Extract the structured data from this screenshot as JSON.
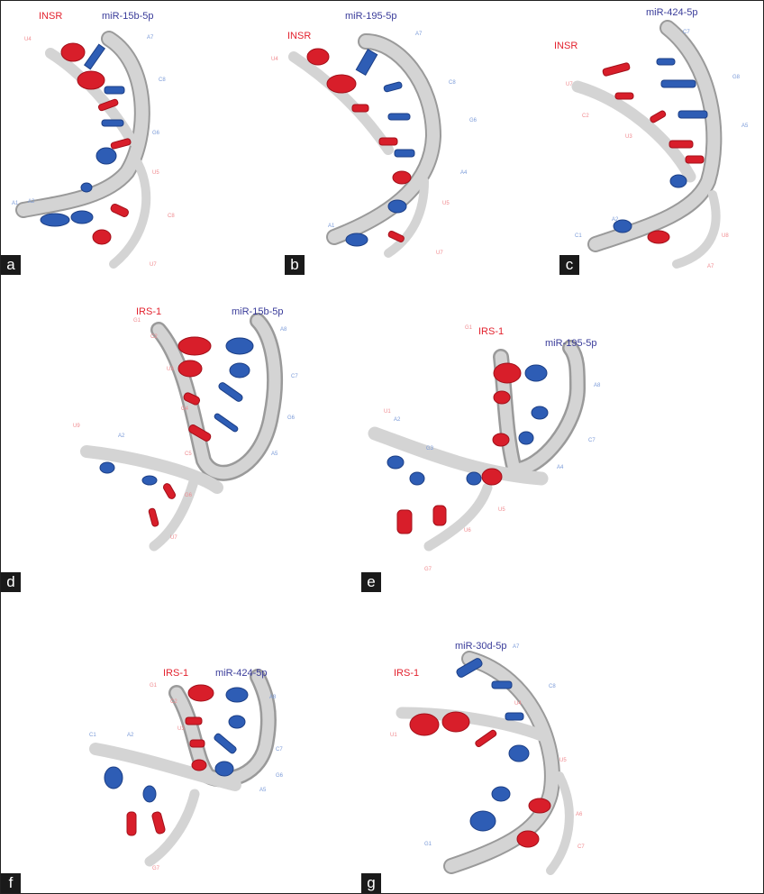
{
  "panels": [
    {
      "letter": "a",
      "target": "INSR",
      "mirna": "miR-15b-5p",
      "nts": [
        "U4",
        "A7",
        "C8",
        "G6",
        "U5",
        "C8",
        "U7",
        "A1",
        "A2"
      ]
    },
    {
      "letter": "b",
      "target": "INSR",
      "mirna": "miR-195-5p",
      "nts": [
        "U4",
        "A7",
        "C8",
        "G6",
        "A4",
        "U5",
        "U7",
        "A1"
      ]
    },
    {
      "letter": "c",
      "target": "INSR",
      "mirna": "miR-424-5p",
      "nts": [
        "C7",
        "G8",
        "A5",
        "U7",
        "C2",
        "U3",
        "C1",
        "A2",
        "U8",
        "A7"
      ]
    },
    {
      "letter": "d",
      "target": "IRS-1",
      "mirna": "miR-15b-5p",
      "nts": [
        "G1",
        "C2",
        "U3",
        "G4",
        "C5",
        "G6",
        "U7",
        "U9",
        "A2",
        "A8",
        "C7",
        "G6",
        "A5"
      ]
    },
    {
      "letter": "e",
      "target": "IRS-1",
      "mirna": "miR-195-5p",
      "nts": [
        "G1",
        "U1",
        "A2",
        "G3",
        "A8",
        "C7",
        "A4",
        "U5",
        "U6",
        "G7"
      ]
    },
    {
      "letter": "f",
      "target": "IRS-1",
      "mirna": "miR-424-5p",
      "nts": [
        "G1",
        "C2",
        "U3",
        "C1",
        "A2",
        "A8",
        "C7",
        "G6",
        "A5",
        "G7"
      ]
    },
    {
      "letter": "g",
      "target": "IRS-1",
      "mirna": "miR-30d-5p",
      "nts": [
        "A7",
        "C8",
        "U1",
        "U4",
        "U5",
        "A6",
        "C7",
        "G1"
      ]
    }
  ],
  "colors": {
    "target": "#e3222e",
    "mirna": "#3a3c9a",
    "target_base": "#d81e2a",
    "mirna_base": "#2e5db5",
    "ribbon": "#d4d4d4"
  }
}
